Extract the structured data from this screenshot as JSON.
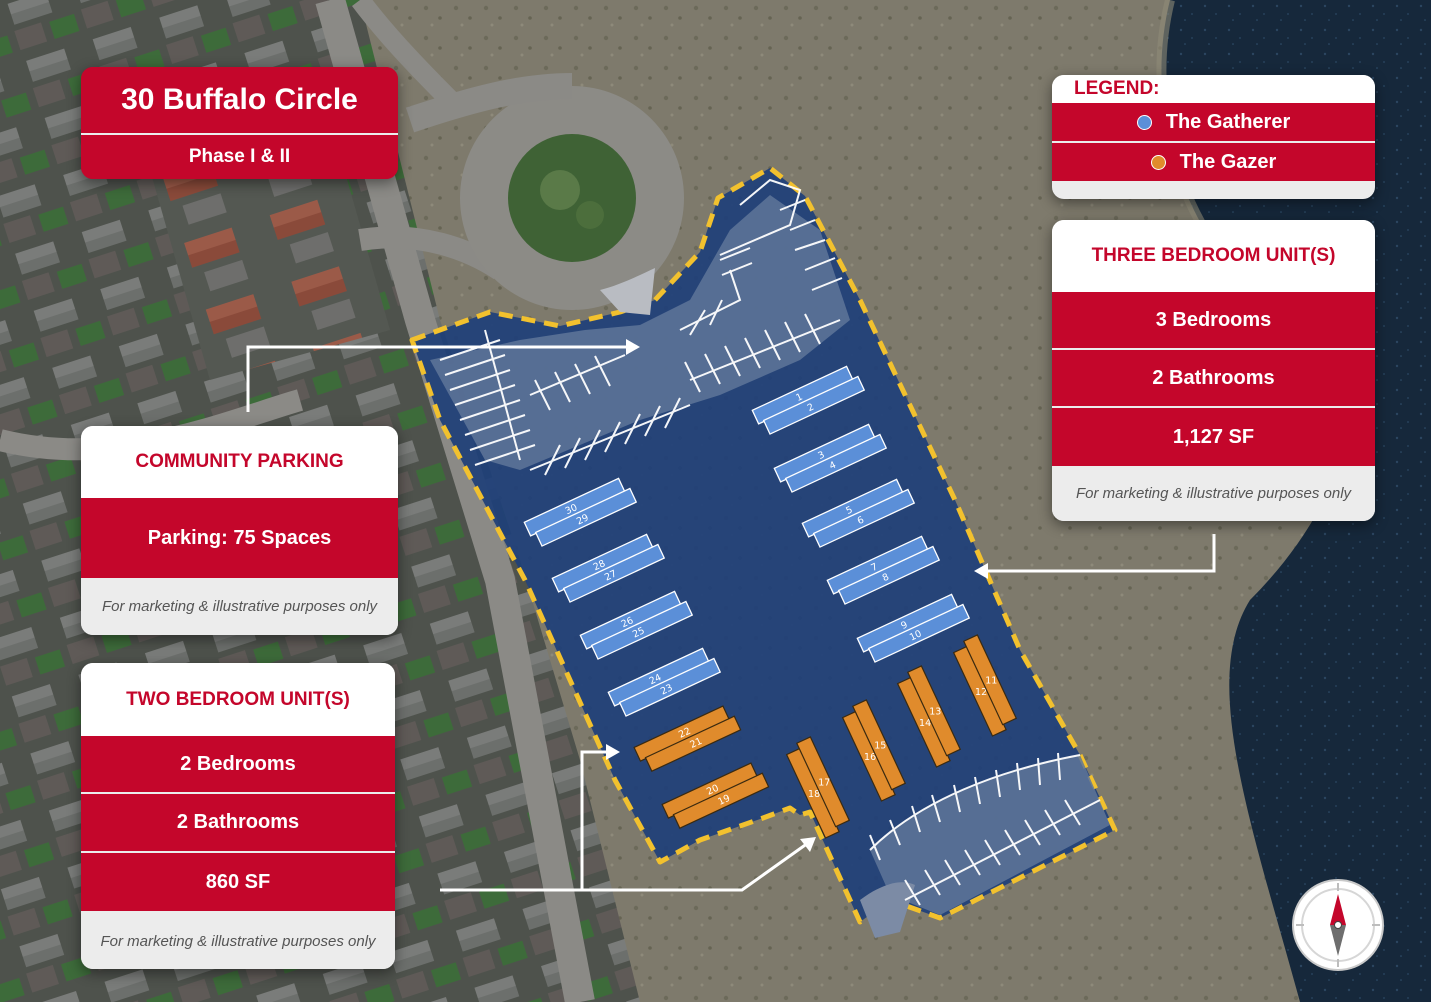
{
  "title": {
    "name": "30 Buffalo Circle",
    "phase": "Phase I & II"
  },
  "legend": {
    "heading": "LEGEND:",
    "items": [
      {
        "label": "The Gatherer",
        "color": "#5b8fd8"
      },
      {
        "label": "The Gazer",
        "color": "#e08b2c"
      }
    ]
  },
  "three_bedroom": {
    "heading": "THREE BEDROOM UNIT(S)",
    "bedrooms": "3 Bedrooms",
    "bathrooms": "2 Bathrooms",
    "area": "1,127 SF",
    "disclaimer": "For marketing & illustrative purposes only"
  },
  "community_parking": {
    "heading": "COMMUNITY PARKING",
    "spaces": "Parking: 75 Spaces",
    "disclaimer": "For marketing & illustrative purposes only"
  },
  "two_bedroom": {
    "heading": "TWO BEDROOM UNIT(S)",
    "bedrooms": "2 Bedrooms",
    "bathrooms": "2 Bathrooms",
    "area": "860 SF",
    "disclaimer": "For marketing & illustrative purposes only"
  },
  "units": {
    "gatherer": [
      "1",
      "2",
      "3",
      "4",
      "5",
      "6",
      "7",
      "8",
      "9",
      "10",
      "23",
      "24",
      "25",
      "26",
      "27",
      "28",
      "29",
      "30"
    ],
    "gazer": [
      "11",
      "12",
      "13",
      "14",
      "15",
      "16",
      "17",
      "18",
      "19",
      "20",
      "21",
      "22"
    ]
  },
  "colors": {
    "brand_red": "#c4062b",
    "site_blue": "#1f3f78",
    "boundary_yellow": "#f2c12e"
  }
}
